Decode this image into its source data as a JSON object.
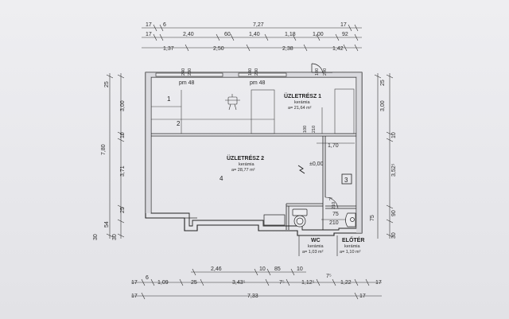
{
  "top_dims": {
    "row1": [
      "17",
      "6",
      "7,27",
      "17"
    ],
    "row2": [
      "17",
      "2,40",
      "60",
      "1,40",
      "1,18",
      "1,00",
      "92"
    ],
    "row3": [
      "1,37",
      "2,50",
      "2,38",
      "1,42"
    ]
  },
  "bottom_dims": {
    "row1": [
      "2,46",
      "10",
      "85",
      "10"
    ],
    "row2": [
      "17",
      "6",
      "1,09",
      "25",
      "3,43⁵",
      "7⁵",
      "1,12⁵",
      "7⁵",
      "1,22",
      "17"
    ],
    "row3": [
      "17",
      "7,33",
      "17"
    ]
  },
  "left_dims": [
    "25",
    "3,00",
    "10",
    "7,80",
    "3,71",
    "25",
    "54",
    "30",
    "30"
  ],
  "right_dims": [
    "25",
    "3,00",
    "10",
    "3,52⁵",
    "90",
    "30",
    "75"
  ],
  "inner_dims": [
    "240",
    "230",
    "140",
    "230",
    "100",
    "290",
    "100",
    "210",
    "1,70",
    "210",
    "75",
    "210",
    "7⁵"
  ],
  "windows": [
    "pm 48",
    "pm 48"
  ],
  "rooms": [
    {
      "name": "ÜZLETRÉSZ 1",
      "material": "kerámia",
      "area": "a= 21,64 m²"
    },
    {
      "name": "ÜZLETRÉSZ 2",
      "material": "kerámia",
      "area": "a= 28,77 m²"
    },
    {
      "name": "WC",
      "material": "kerámia",
      "area": "a= 1,03 m²"
    },
    {
      "name": "ELŐTÉR",
      "material": "kerámia",
      "area": "a= 1,10 m²"
    }
  ],
  "level": "±0,00",
  "markers": [
    "1",
    "2",
    "3",
    "4"
  ]
}
